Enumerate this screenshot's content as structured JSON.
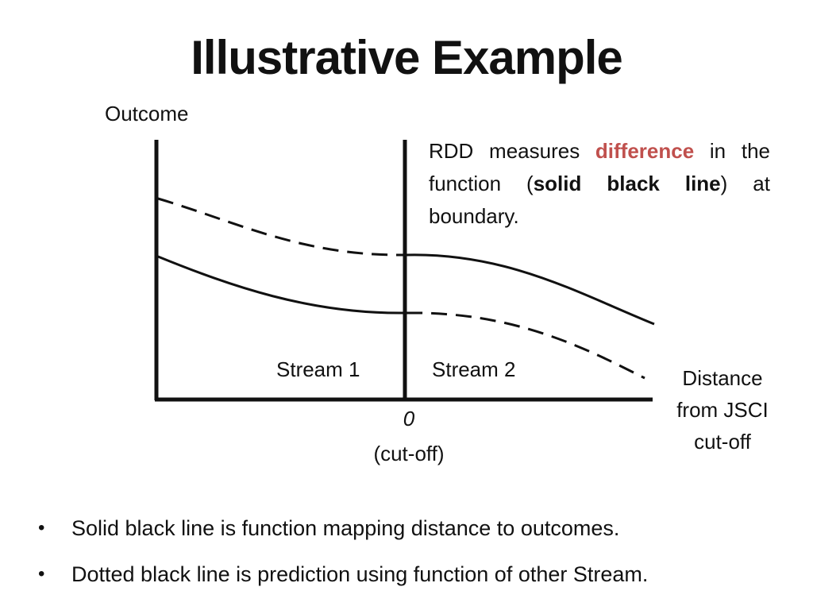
{
  "title": "Illustrative Example",
  "callout": {
    "part1": "RDD measures ",
    "highlight": "difference",
    "part2": " in the function (",
    "bold": "solid black line",
    "part3": ") at boundary.",
    "highlight_color": "#c0504d"
  },
  "chart_data": {
    "type": "line",
    "ylabel": "Outcome",
    "xlabel": "Distance from JSCI cut-off",
    "x_tick": "0",
    "x_tick_note": "(cut-off)",
    "region_labels": [
      "Stream 1",
      "Stream 2"
    ],
    "series": [
      {
        "style": "solid",
        "segment": "Stream 1"
      },
      {
        "style": "dashed",
        "segment": "Stream 1"
      },
      {
        "style": "solid",
        "segment": "Stream 2"
      },
      {
        "style": "dashed",
        "segment": "Stream 2"
      }
    ]
  },
  "bullets": [
    "Solid black line is function mapping distance to outcomes.",
    "Dotted black line is prediction using function of other Stream."
  ],
  "bullet_glyph": "•"
}
